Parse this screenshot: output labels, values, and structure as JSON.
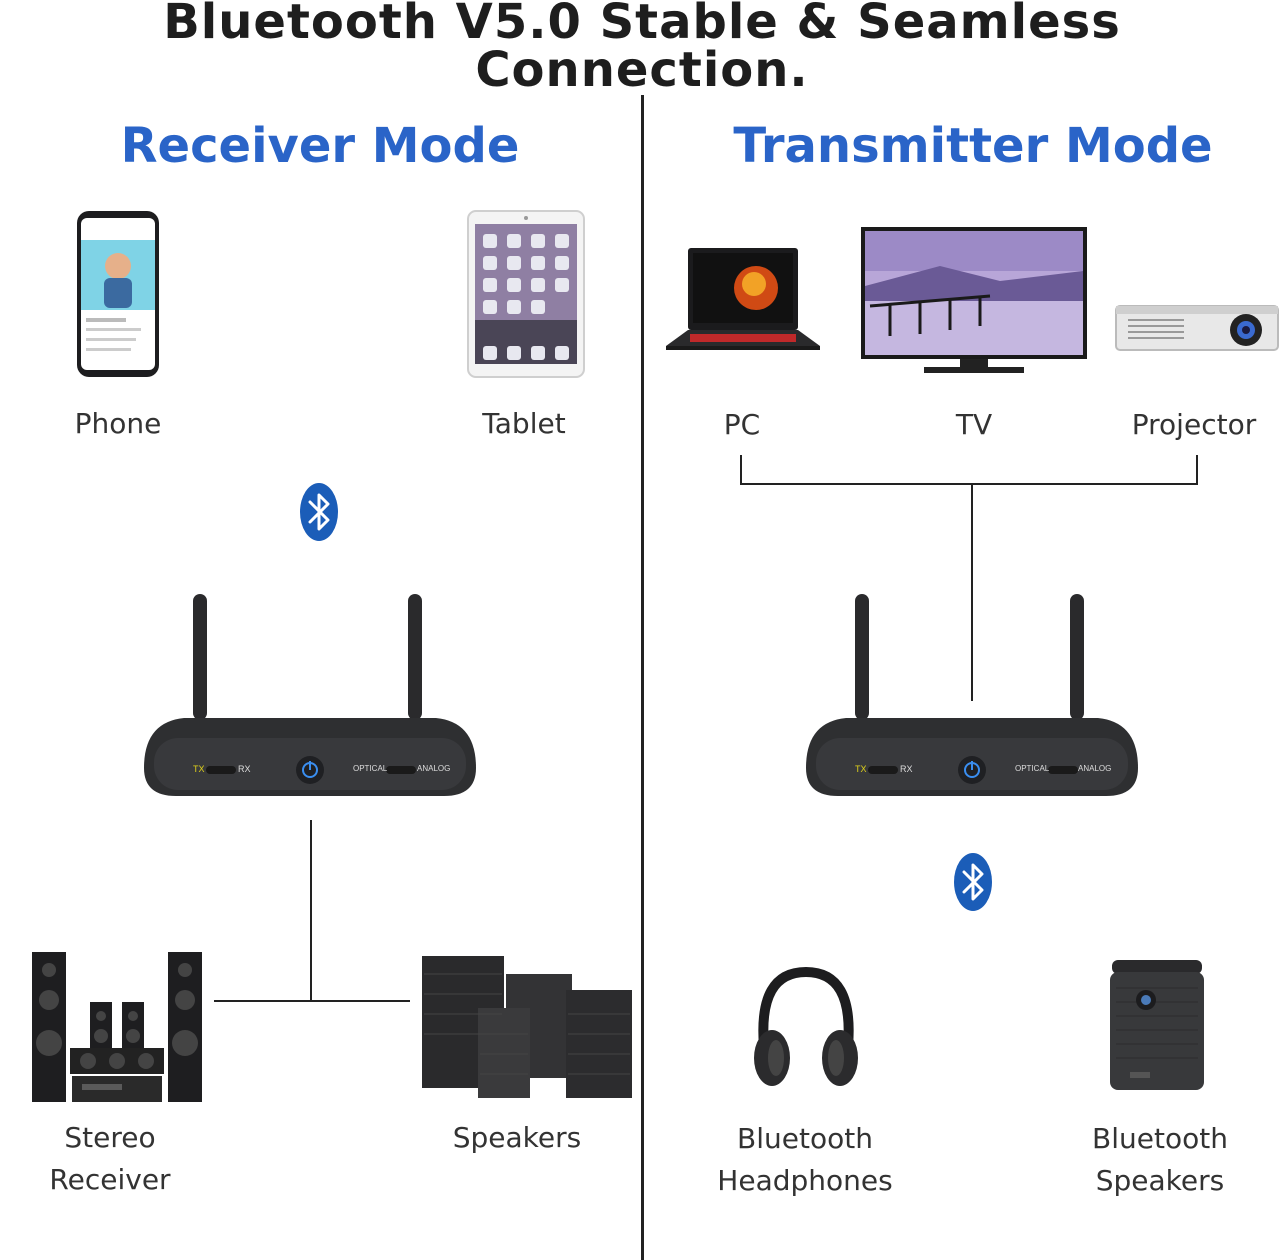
{
  "headline": "Bluetooth V5.0 Stable & Seamless Connection.",
  "receiver": {
    "title": "Receiver Mode",
    "sources": [
      "Phone",
      "Tablet"
    ],
    "outputs": [
      "Stereo Receiver",
      "Speakers"
    ]
  },
  "transmitter": {
    "title": "Transmitter Mode",
    "sources": [
      "PC",
      "TV",
      "Projector"
    ],
    "outputs": [
      {
        "line1": "Bluetooth",
        "line2": "Headphones"
      },
      {
        "line1": "Bluetooth",
        "line2": "Speakers"
      }
    ]
  },
  "device": {
    "tx": "TX",
    "rx": "RX",
    "optical": "OPTICAL",
    "analog": "ANALOG"
  },
  "colors": {
    "accent": "#2a64c8",
    "bluetooth": "#1b5db8",
    "device_body": "#2e2f31"
  },
  "icons": [
    "phone-icon",
    "tablet-icon",
    "laptop-icon",
    "tv-icon",
    "projector-icon",
    "bluetooth-icon",
    "stereo-receiver-icon",
    "speakers-icon",
    "headphones-icon",
    "bluetooth-speaker-icon"
  ]
}
